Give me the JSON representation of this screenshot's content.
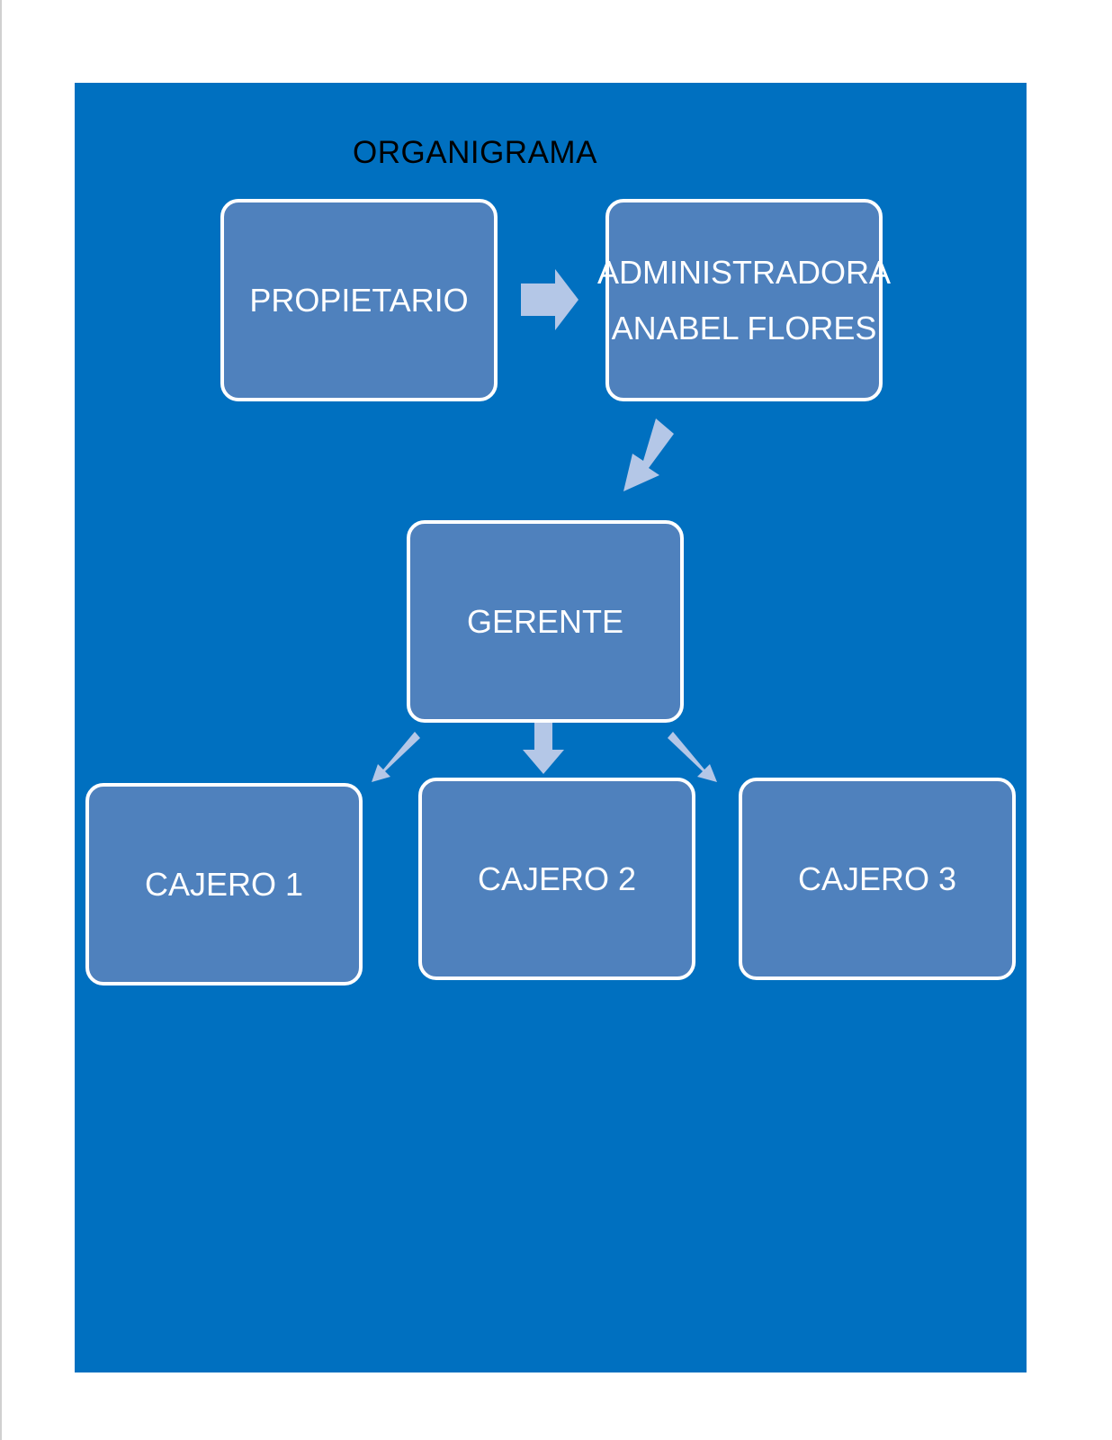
{
  "title": "ORGANIGRAMA",
  "nodes": {
    "propietario": {
      "label": "PROPIETARIO"
    },
    "administradora": {
      "line1": "ADMINISTRADORA",
      "line2": "ANABEL FLORES"
    },
    "gerente": {
      "label": "GERENTE"
    },
    "cajero1": {
      "label": "CAJERO 1"
    },
    "cajero2": {
      "label": "CAJERO 2"
    },
    "cajero3": {
      "label": "CAJERO 3"
    }
  },
  "colors": {
    "background": "#0070C0",
    "node_fill": "#4F81BD",
    "node_border": "#FFFFFF",
    "arrow": "#B4C7E7",
    "text": "#FFFFFF",
    "title": "#000000"
  }
}
